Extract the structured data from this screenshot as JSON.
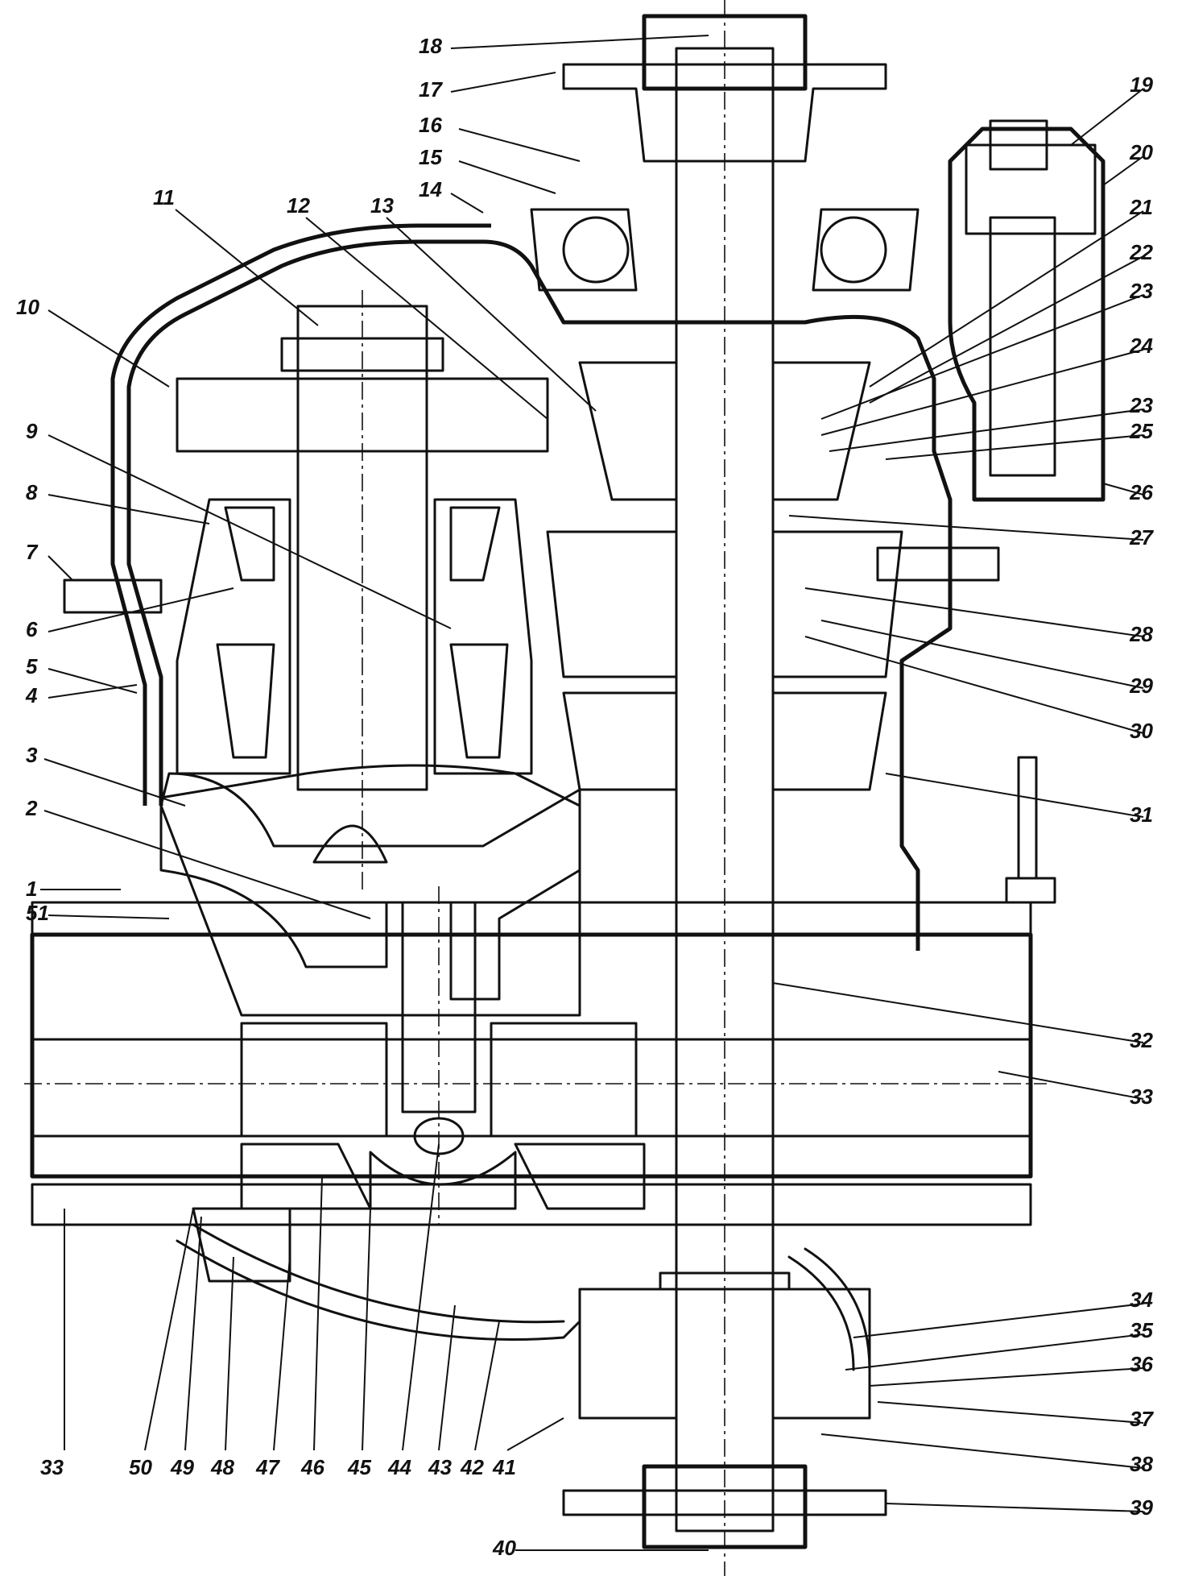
{
  "labels": [
    {
      "id": "1",
      "text": "1"
    },
    {
      "id": "2",
      "text": "2"
    },
    {
      "id": "3",
      "text": "3"
    },
    {
      "id": "4",
      "text": "4"
    },
    {
      "id": "5",
      "text": "5"
    },
    {
      "id": "6",
      "text": "6"
    },
    {
      "id": "7",
      "text": "7"
    },
    {
      "id": "8",
      "text": "8"
    },
    {
      "id": "9",
      "text": "9"
    },
    {
      "id": "10",
      "text": "10"
    },
    {
      "id": "11",
      "text": "11"
    },
    {
      "id": "12",
      "text": "12"
    },
    {
      "id": "13",
      "text": "13"
    },
    {
      "id": "14",
      "text": "14"
    },
    {
      "id": "15",
      "text": "15"
    },
    {
      "id": "16",
      "text": "16"
    },
    {
      "id": "17",
      "text": "17"
    },
    {
      "id": "18",
      "text": "18"
    },
    {
      "id": "19",
      "text": "19"
    },
    {
      "id": "20",
      "text": "20"
    },
    {
      "id": "21",
      "text": "21"
    },
    {
      "id": "22",
      "text": "22"
    },
    {
      "id": "23a",
      "text": "23"
    },
    {
      "id": "24",
      "text": "24"
    },
    {
      "id": "23b",
      "text": "23"
    },
    {
      "id": "25",
      "text": "25"
    },
    {
      "id": "26",
      "text": "26"
    },
    {
      "id": "27",
      "text": "27"
    },
    {
      "id": "28",
      "text": "28"
    },
    {
      "id": "29",
      "text": "29"
    },
    {
      "id": "30",
      "text": "30"
    },
    {
      "id": "31",
      "text": "31"
    },
    {
      "id": "32",
      "text": "32"
    },
    {
      "id": "33a",
      "text": "33"
    },
    {
      "id": "33b",
      "text": "33"
    },
    {
      "id": "34",
      "text": "34"
    },
    {
      "id": "35",
      "text": "35"
    },
    {
      "id": "36",
      "text": "36"
    },
    {
      "id": "37",
      "text": "37"
    },
    {
      "id": "38",
      "text": "38"
    },
    {
      "id": "39",
      "text": "39"
    },
    {
      "id": "40",
      "text": "40"
    },
    {
      "id": "41",
      "text": "41"
    },
    {
      "id": "42",
      "text": "42"
    },
    {
      "id": "43",
      "text": "43"
    },
    {
      "id": "44",
      "text": "44"
    },
    {
      "id": "45",
      "text": "45"
    },
    {
      "id": "46",
      "text": "46"
    },
    {
      "id": "47",
      "text": "47"
    },
    {
      "id": "48",
      "text": "48"
    },
    {
      "id": "49",
      "text": "49"
    },
    {
      "id": "50",
      "text": "50"
    },
    {
      "id": "51",
      "text": "51"
    }
  ]
}
